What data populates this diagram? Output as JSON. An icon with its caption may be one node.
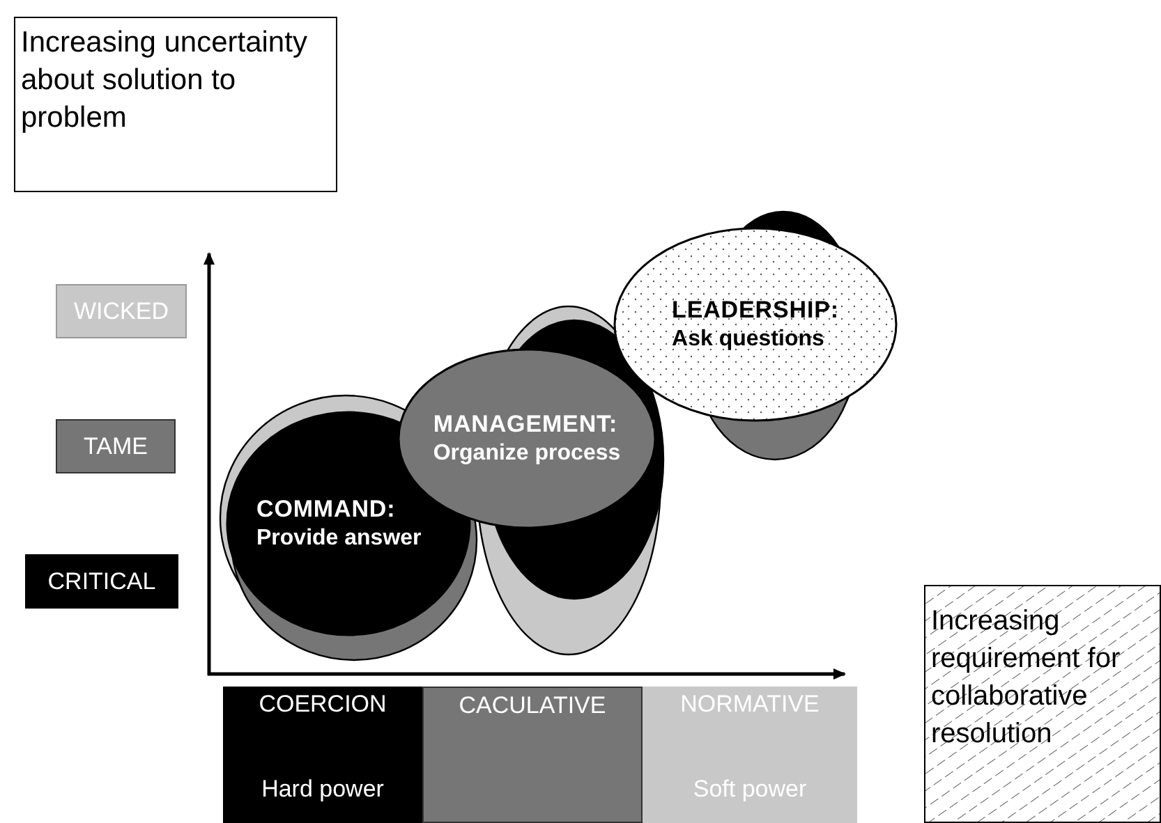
{
  "diagram": {
    "nodes": [
      {
        "text": [
          "Increasing uncertainty about solution to problem"
        ]
      },
      {
        "text": [
          "WICKED"
        ]
      },
      {
        "text": [
          "TAME"
        ]
      },
      {
        "text": [
          "CRITICAL"
        ]
      },
      {
        "text": [
          "COMMAND:",
          "Provide answer"
        ]
      },
      {
        "text": [
          "MANAGEMENT:",
          "Organize process"
        ]
      },
      {
        "text": [
          "LEADERSHIP:",
          "Ask questions"
        ]
      },
      {
        "text": [
          "COERCION",
          "Hard power"
        ]
      },
      {
        "text": [
          "CACULATIVE"
        ]
      },
      {
        "text": [
          "NORMATIVE",
          "Soft power"
        ]
      },
      {
        "text": [
          "Increasing requirement for collaborative resolution"
        ]
      }
    ]
  }
}
